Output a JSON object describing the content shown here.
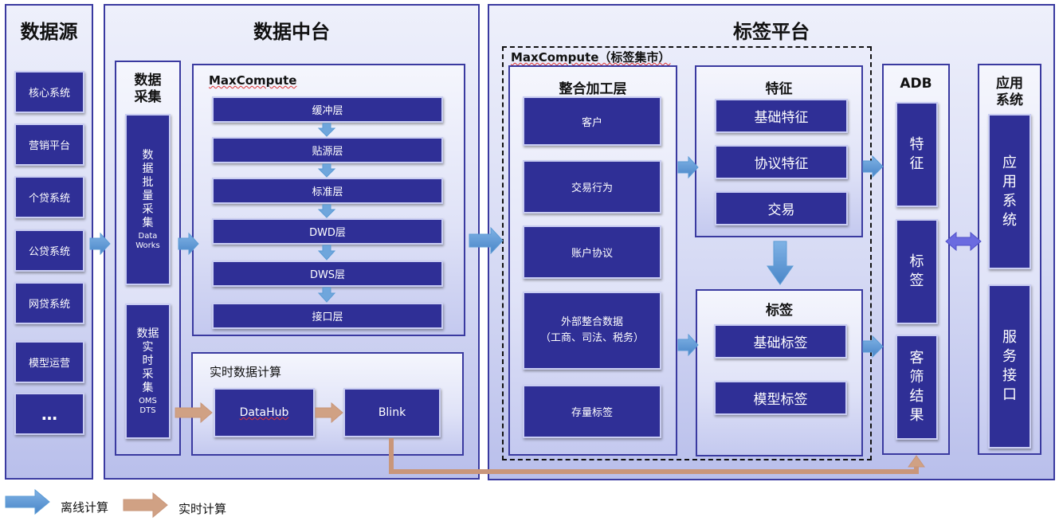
{
  "columns": {
    "source": {
      "title": "数据源",
      "items": [
        "核心系统",
        "营销平台",
        "个贷系统",
        "公贷系统",
        "网贷系统",
        "模型运营",
        "…"
      ]
    },
    "middle": {
      "title": "数据中台",
      "collect": {
        "title": "数据\n采集",
        "batch_label": "数\n据\n批\n量\n采\n集",
        "batch_tool": "Data\nWorks",
        "realtime_label": "数据\n实\n时\n采\n集",
        "realtime_tool": "OMS\nDTS"
      },
      "maxcompute": {
        "title": "MaxCompute",
        "layers": [
          "缓冲层",
          "贴源层",
          "标准层",
          "DWD层",
          "DWS层",
          "接口层"
        ]
      },
      "realtime": {
        "title": "实时数据计算",
        "nodes": [
          "DataHub",
          "Blink"
        ]
      }
    },
    "tag_platform": {
      "title": "标签平台",
      "mart_title": "MaxCompute（标签集市）",
      "integration": {
        "title": "整合加工层",
        "items": [
          "客户",
          "交易行为",
          "账户协议",
          "外部整合数据\n（工商、司法、税务）",
          "存量标签"
        ]
      },
      "feature": {
        "title": "特征",
        "items": [
          "基础特征",
          "协议特征",
          "交易"
        ]
      },
      "tag": {
        "title": "标签",
        "items": [
          "基础标签",
          "模型标签"
        ]
      },
      "adb": {
        "title": "ADB",
        "items": [
          "特\n征",
          "标\n签",
          "客\n筛\n结\n果"
        ]
      },
      "app": {
        "title": "应用\n系统",
        "items": [
          "应\n用\n系\n统",
          "服\n务\n接\n口"
        ]
      }
    }
  },
  "legend": {
    "offline": "离线计算",
    "realtime": "实时计算"
  },
  "colors": {
    "box": "#2f2f96",
    "offline_arrow": "#5b9bd5",
    "realtime_arrow": "#c9967a"
  }
}
